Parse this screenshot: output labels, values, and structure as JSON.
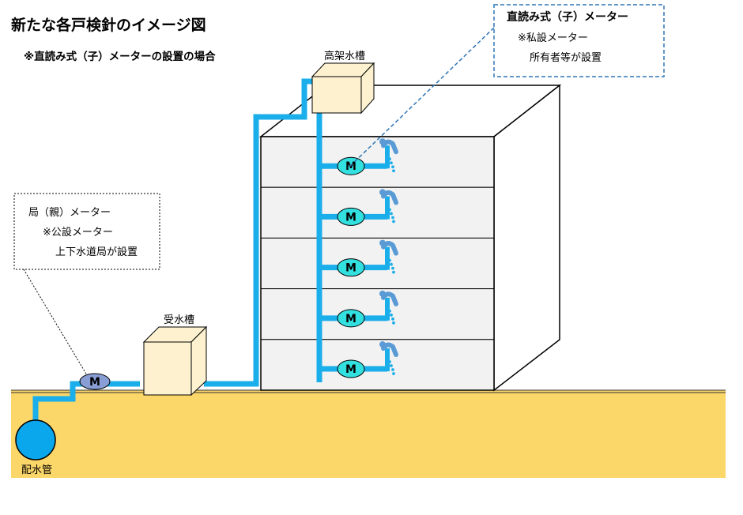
{
  "title": "新たな各戸検針のイメージ図",
  "subtitle": "※直読み式（子）メーターの設置の場合",
  "labels": {
    "elevated_tank": "高架水槽",
    "receiving_tank": "受水槽",
    "distribution_pipe": "配水管"
  },
  "parent_meter_callout": {
    "line1": "局（親）メーター",
    "line2": "※公設メーター",
    "line3": "上下水道局が設置"
  },
  "child_meter_callout": {
    "line1": "直読み式（子）メーター",
    "line2": "※私設メーター",
    "line3": "所有者等が設置"
  },
  "meter_symbol": "M",
  "floors": 5,
  "colors": {
    "pipe": "#1aaeea",
    "ground": "#fbd669",
    "tank_face": "#fdf1cf",
    "floor_fill": "#f2f2f2",
    "child_meter": "#33e0e0",
    "parent_meter": "#8a9ed6",
    "callout_dash": "#2e75b6",
    "faucet": "#5b9bd5"
  }
}
